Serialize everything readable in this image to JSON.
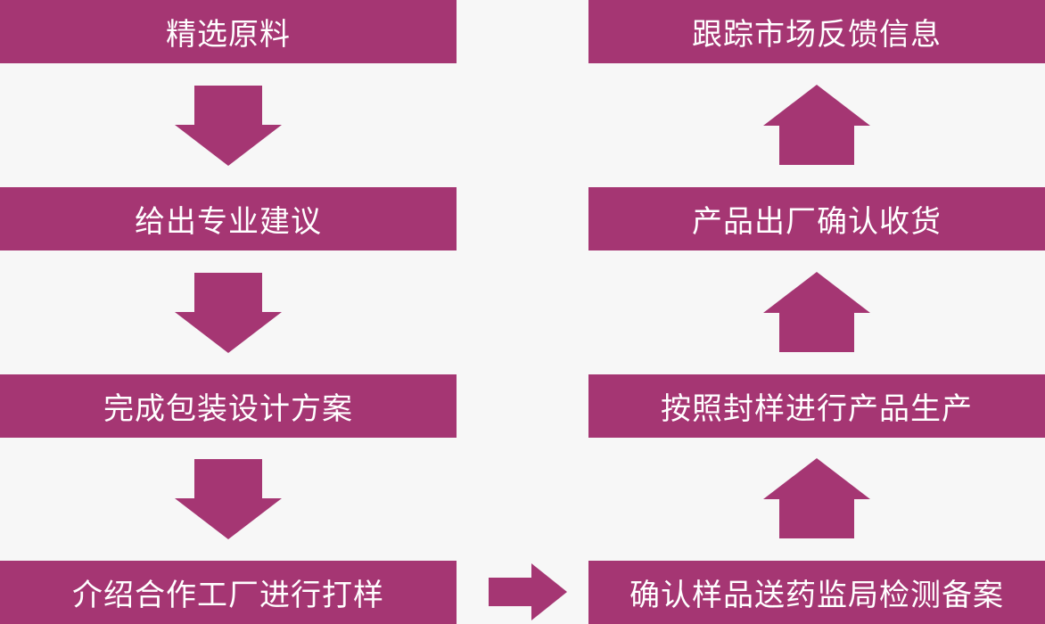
{
  "colors": {
    "box": "#a53673",
    "arrow": "#a53673",
    "text": "#ffffff",
    "background": "#f7f7f7"
  },
  "steps_left": [
    {
      "label": "精选原料"
    },
    {
      "label": "给出专业建议"
    },
    {
      "label": "完成包装设计方案"
    },
    {
      "label": "介绍合作工厂进行打样"
    }
  ],
  "steps_right": [
    {
      "label": "确认样品送药监局检测备案"
    },
    {
      "label": "按照封样进行产品生产"
    },
    {
      "label": "产品出厂确认收货"
    },
    {
      "label": "跟踪市场反馈信息"
    }
  ],
  "arrows": {
    "left_column": "down-arrow",
    "connector": "right-arrow",
    "right_column": "up-arrow"
  }
}
